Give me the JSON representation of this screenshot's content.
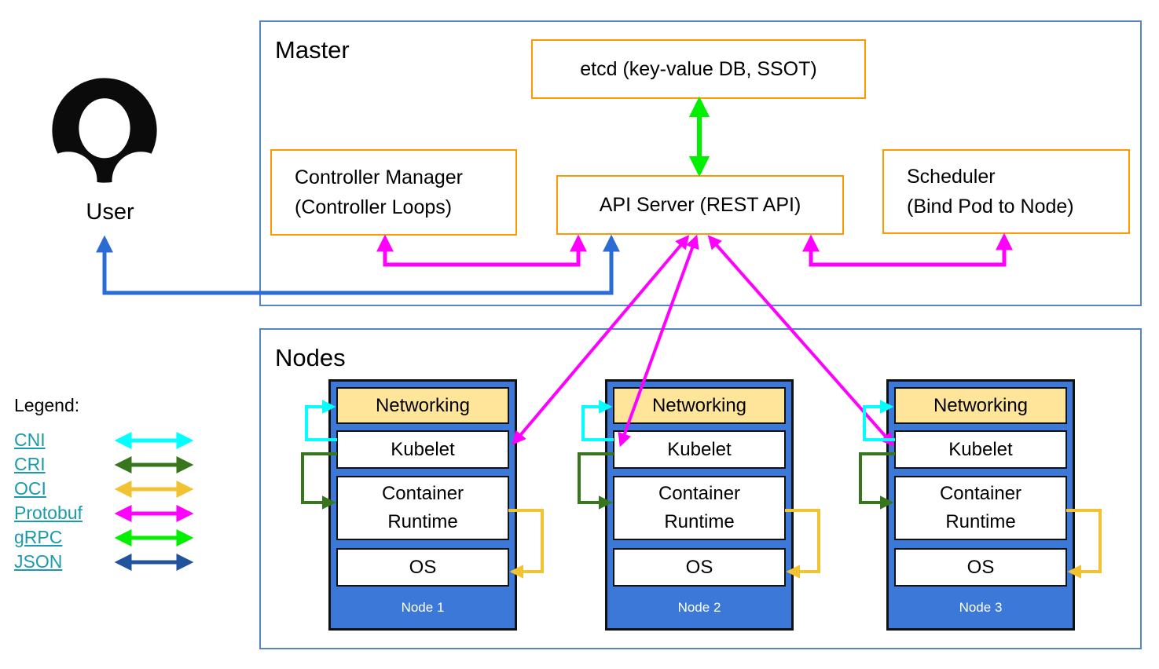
{
  "user": {
    "label": "User"
  },
  "master": {
    "title": "Master",
    "etcd": "etcd (key-value DB, SSOT)",
    "api_server": "API Server (REST API)",
    "controller_manager_line1": "Controller Manager",
    "controller_manager_line2": "(Controller Loops)",
    "scheduler_line1": "Scheduler",
    "scheduler_line2": "(Bind Pod to Node)"
  },
  "nodes_section": {
    "title": "Nodes",
    "nodes": [
      {
        "name": "Node 1",
        "layers": [
          "Networking",
          "Kubelet",
          "Container Runtime",
          "OS"
        ]
      },
      {
        "name": "Node 2",
        "layers": [
          "Networking",
          "Kubelet",
          "Container Runtime",
          "OS"
        ]
      },
      {
        "name": "Node 3",
        "layers": [
          "Networking",
          "Kubelet",
          "Container Runtime",
          "OS"
        ]
      }
    ]
  },
  "legend": {
    "title": "Legend:",
    "items": [
      {
        "label": "CNI"
      },
      {
        "label": "CRI"
      },
      {
        "label": "OCI"
      },
      {
        "label": "Protobuf"
      },
      {
        "label": "gRPC"
      },
      {
        "label": "JSON"
      }
    ]
  },
  "colors": {
    "cni": "#00ffff",
    "cri": "#38761d",
    "oci": "#f1c232",
    "protobuf": "#ff00ff",
    "grpc": "#00f000",
    "json": "#21539f",
    "user_link": "#2a6bd4",
    "box_border": "#ff9900",
    "section_border": "#5585c2",
    "node_fill": "#3c78d8",
    "networking_fill": "#ffe599",
    "legend_link": "#1a9aad"
  }
}
